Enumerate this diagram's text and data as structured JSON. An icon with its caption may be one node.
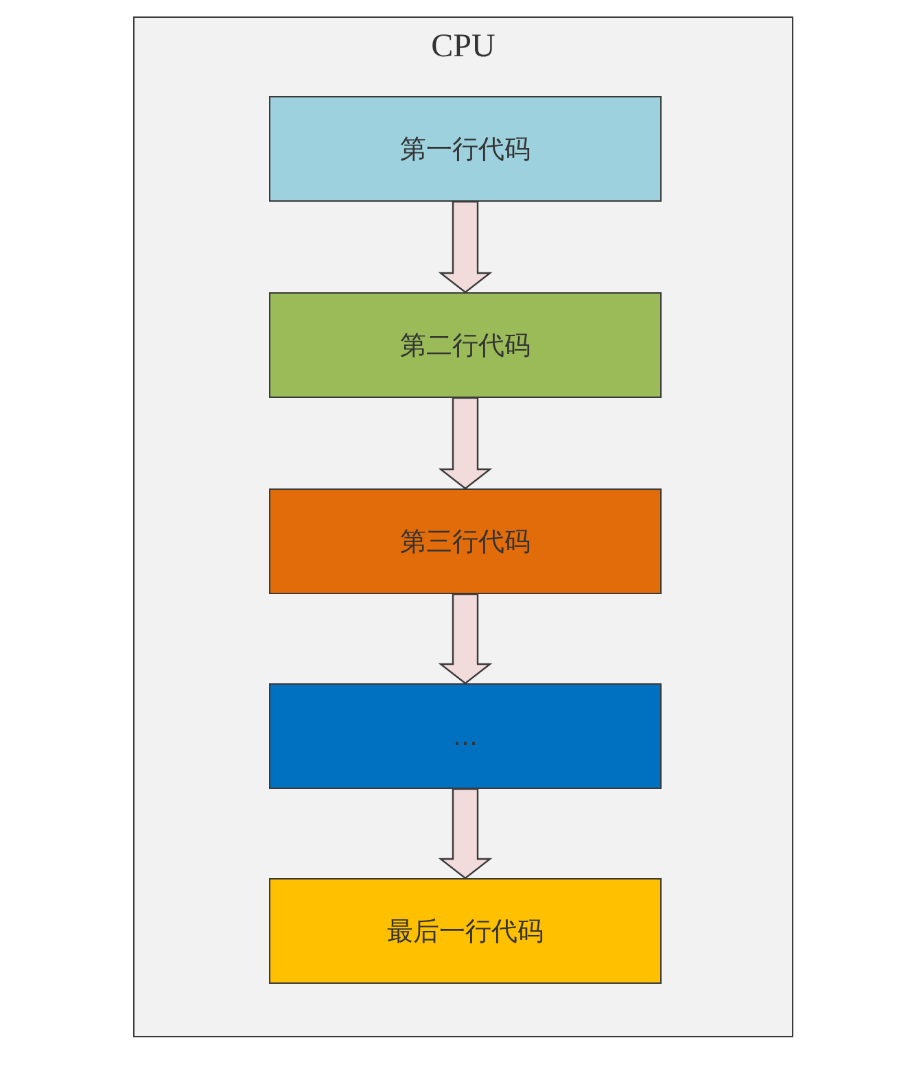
{
  "diagram": {
    "nodes": [
      {
        "text": [
          "CPU"
        ]
      },
      {
        "text": [
          "第一行代码"
        ],
        "in": 0
      },
      {
        "text": [
          "第二行代码"
        ],
        "in": 0
      },
      {
        "text": [
          "第三行代码"
        ],
        "in": 0
      },
      {
        "text": [
          "..."
        ],
        "in": 0
      },
      {
        "text": [
          "最后一行代码"
        ],
        "in": 0
      }
    ],
    "edges": [
      {
        "from": 1,
        "to": 2,
        "arrow": "to"
      },
      {
        "from": 2,
        "to": 3,
        "arrow": "to"
      },
      {
        "from": 3,
        "to": 4,
        "arrow": "to"
      },
      {
        "from": 4,
        "to": 5,
        "arrow": "to"
      }
    ]
  }
}
